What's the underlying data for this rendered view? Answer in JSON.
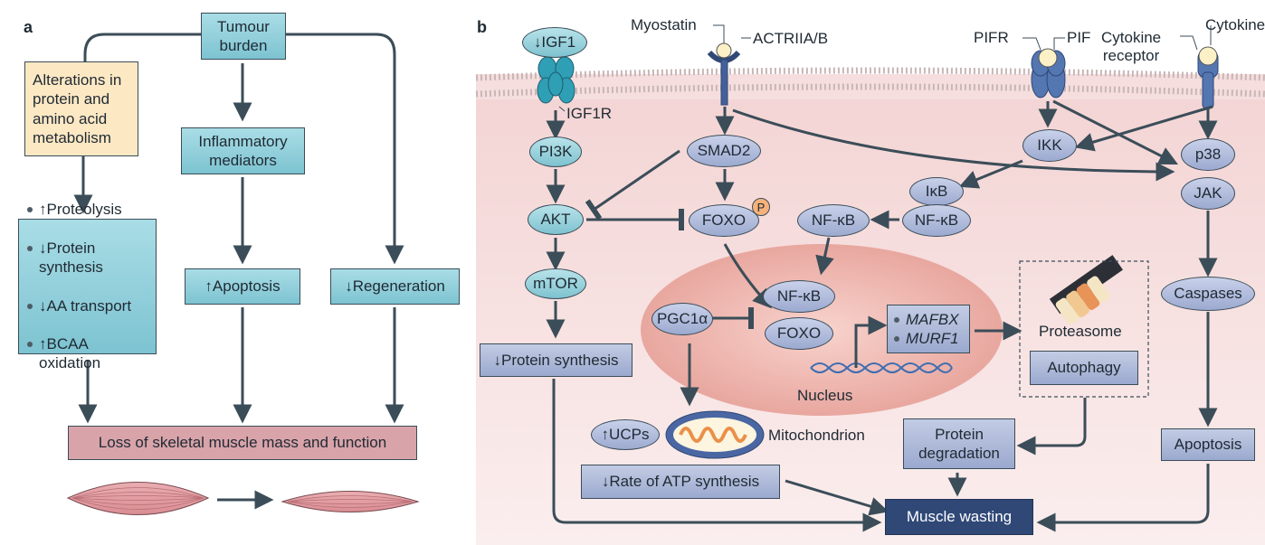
{
  "panel_a": {
    "letter": "a",
    "tumour_burden": "Tumour\nburden",
    "alterations": "Alterations in\nprotein and\namino acid\nmetabolism",
    "inflammatory": "Inflammatory\nmediators",
    "metabolic_effects": [
      "↑Proteolysis",
      "↓Protein\nsynthesis",
      "↓AA transport",
      "↑BCAA\noxidation"
    ],
    "apoptosis": "↑Apoptosis",
    "regeneration": "↓Regeneration",
    "loss": "Loss of skeletal muscle mass and function"
  },
  "panel_b": {
    "letter": "b",
    "igf1": "↓IGF1",
    "igf1r": "IGF1R",
    "myostatin": "Myostatin",
    "actriia": "ACTRIIA/B",
    "pifr": "PIFR",
    "pif": "PIF",
    "cytokine_receptor": "Cytokine\nreceptor",
    "cytokine": "Cytokine",
    "pi3k": "PI3K",
    "akt": "AKT",
    "mtor": "mTOR",
    "protein_synthesis": "↓Protein synthesis",
    "smad2": "SMAD2",
    "foxo": "FOXO",
    "phospho": "P",
    "nfkb": "NF-κB",
    "ikb": "IκB",
    "nfkb_complex": "NF-κB",
    "ikk": "IKK",
    "p38": "p38",
    "jak": "JAK",
    "caspases": "Caspases",
    "apoptosis": "Apoptosis",
    "pgc1a": "PGC1α",
    "nuc_nfkb": "NF-κB",
    "nuc_foxo": "FOXO",
    "genes": [
      "MAFBX",
      "MURF1"
    ],
    "nucleus": "Nucleus",
    "proteasome": "Proteasome",
    "autophagy": "Autophagy",
    "ucps": "↑UCPs",
    "mitochondrion": "Mitochondrion",
    "atp": "↓Rate of ATP synthesis",
    "protein_degradation": "Protein\ndegradation",
    "muscle_wasting": "Muscle wasting"
  }
}
